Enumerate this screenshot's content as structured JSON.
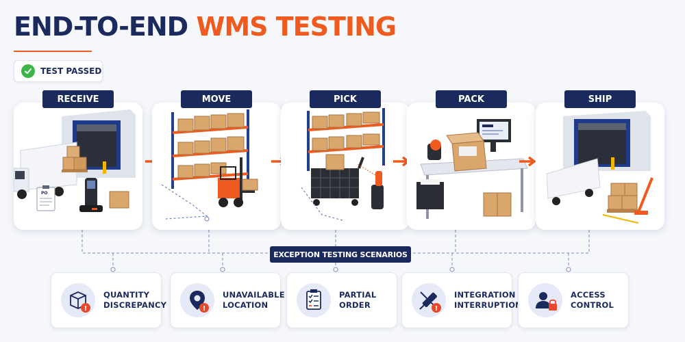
{
  "title": {
    "part1": "END-TO-END ",
    "part2": "WMS TESTING"
  },
  "badge": {
    "text": "TEST PASSED",
    "icon": "check-circle-icon"
  },
  "stages": [
    {
      "label": "RECEIVE"
    },
    {
      "label": "MOVE"
    },
    {
      "label": "PICK"
    },
    {
      "label": "PACK"
    },
    {
      "label": "SHIP"
    }
  ],
  "receive_clipboard_text": "PO",
  "exceptions": {
    "title": "EXCEPTION TESTING SCENARIOS",
    "items": [
      {
        "line1": "QUANTITY",
        "line2": "DISCREPANCY",
        "icon": "box-alert-icon"
      },
      {
        "line1": "UNAVAILABLE",
        "line2": "LOCATION",
        "icon": "location-pin-icon"
      },
      {
        "line1": "PARTIAL",
        "line2": "ORDER",
        "icon": "checklist-icon"
      },
      {
        "line1": "INTEGRATION",
        "line2": "INTERRUPTION",
        "icon": "unplugged-icon"
      },
      {
        "line1": "ACCESS",
        "line2": "CONTROL",
        "icon": "user-lock-icon"
      }
    ]
  },
  "colors": {
    "navy": "#1b2a5c",
    "orange": "#ef5a1e",
    "green": "#3cb54a",
    "alert": "#e8492a"
  }
}
